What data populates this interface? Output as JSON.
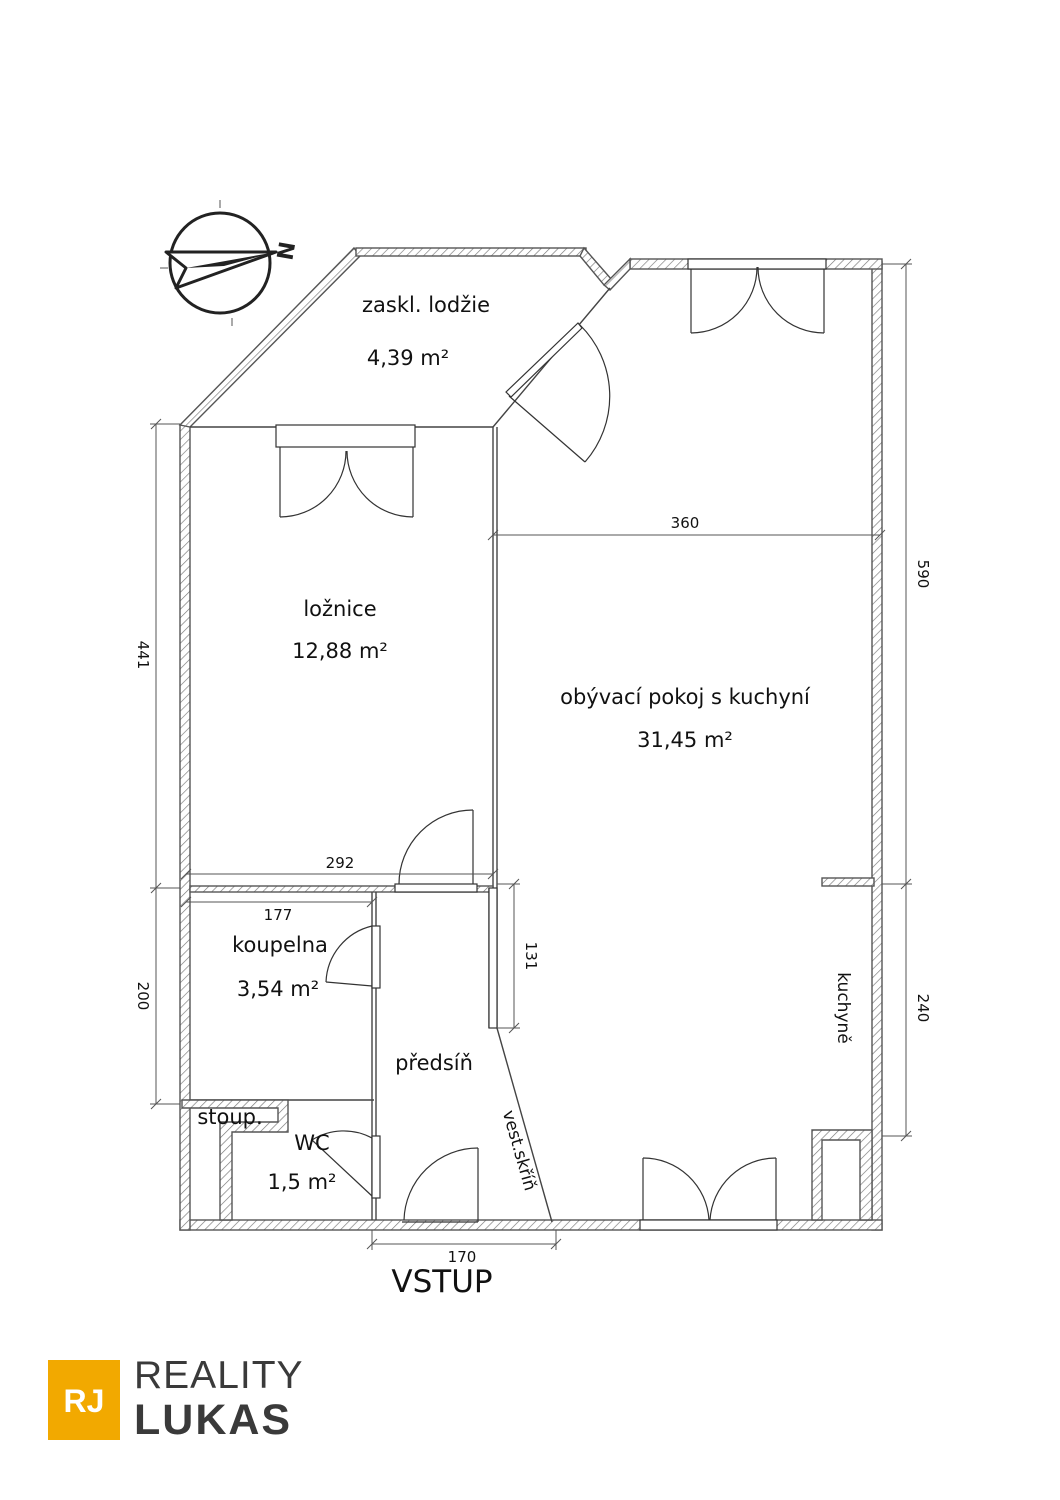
{
  "rooms": {
    "loggia": {
      "name": "zaskl. lodžie",
      "area": "4,39 m²"
    },
    "bedroom": {
      "name": "ložnice",
      "area": "12,88 m²"
    },
    "living": {
      "name": "obývací pokoj s kuchyní",
      "area": "31,45 m²"
    },
    "bathroom": {
      "name": "koupelna",
      "area": "3,54 m²"
    },
    "wc": {
      "name": "WC",
      "area": "1,5 m²"
    },
    "hall": {
      "name": "předsíň"
    }
  },
  "labels": {
    "riser": "stoup.",
    "wardrobe": "vest.skříň",
    "kitchen": "kuchyně",
    "entrance": "VSTUP"
  },
  "dimensions": {
    "living_width": "360",
    "right_top": "590",
    "right_bottom": "240",
    "left_top": "441",
    "left_bottom": "200",
    "bedroom_width": "292",
    "bathroom_width": "177",
    "hall_depth": "131",
    "entry_width": "170"
  },
  "compass": {
    "north_letter": "N"
  },
  "logo": {
    "mark": "RJ",
    "line1": "REALITY",
    "line2": "LUKAS",
    "accent_color": "#f2a900"
  }
}
